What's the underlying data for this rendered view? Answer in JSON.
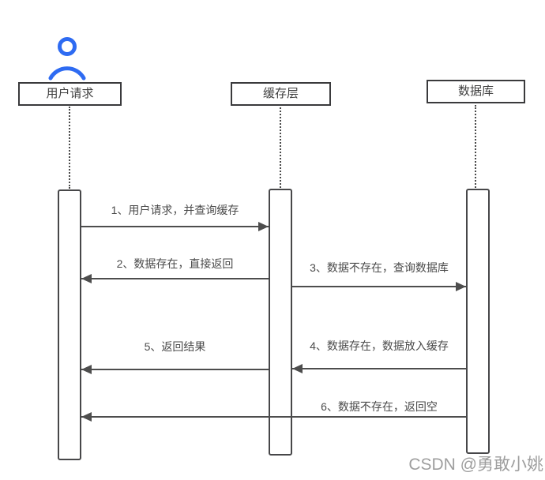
{
  "diagram": {
    "actors": [
      {
        "id": "user",
        "label": "用户请求"
      },
      {
        "id": "cache",
        "label": "缓存层"
      },
      {
        "id": "db",
        "label": "数据库"
      }
    ],
    "messages": [
      {
        "label": "1、用户请求，并查询缓存",
        "from": "用户请求",
        "to": "缓存层",
        "direction": "right"
      },
      {
        "label": "2、数据存在，直接返回",
        "from": "缓存层",
        "to": "用户请求",
        "direction": "left"
      },
      {
        "label": "3、数据不存在，查询数据库",
        "from": "缓存层",
        "to": "数据库",
        "direction": "right"
      },
      {
        "label": "4、数据存在，数据放入缓存",
        "from": "数据库",
        "to": "缓存层",
        "direction": "left"
      },
      {
        "label": "5、返回结果",
        "from": "缓存层",
        "to": "用户请求",
        "direction": "left"
      },
      {
        "label": "6、数据不存在，返回空",
        "from": "数据库",
        "to": "用户请求",
        "direction": "left"
      }
    ],
    "watermark": "CSDN @勇敢小姚",
    "colors": {
      "actor_icon": "#2e6bf2",
      "line": "#4d4d4d",
      "text": "#4a4a4a",
      "border": "#3a3a3c",
      "watermark": "#9e9e9e",
      "background": "#ffffff"
    }
  }
}
